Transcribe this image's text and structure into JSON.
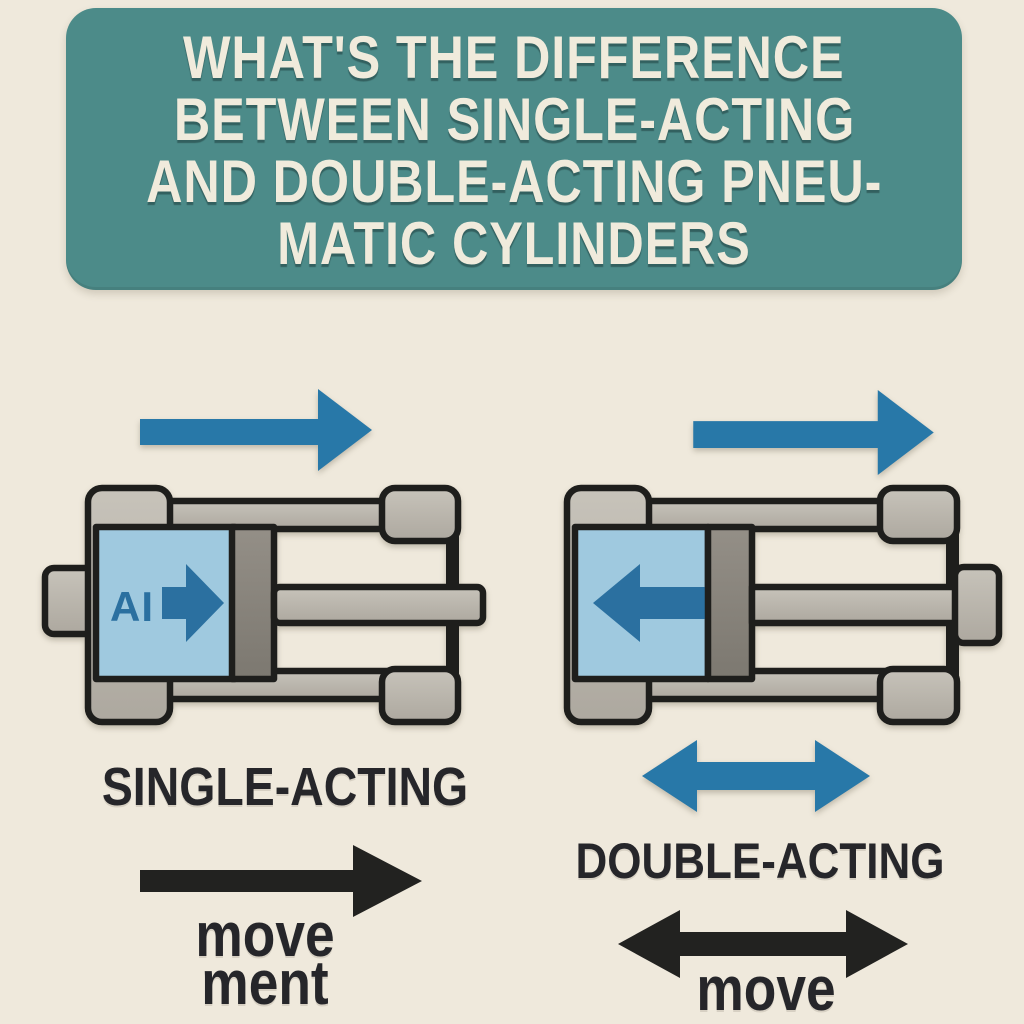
{
  "title": {
    "lines": [
      "WHAT'S THE DIFFERENCE",
      "BETWEEN SINGLE-ACTING",
      "AND DOUBLE-ACTING PNEU-",
      "MATIC CYLINDERS"
    ]
  },
  "single_acting": {
    "label": "SINGLE-ACTING",
    "air_label": "AI",
    "movement_lines": [
      "move",
      "ment"
    ]
  },
  "double_acting": {
    "label": "DOUBLE-ACTING",
    "movement_label": "move"
  },
  "icons": {
    "single_top_arrow": "right-arrow",
    "single_chamber_arrow": "right-arrow",
    "single_movement_arrow": "right-arrow",
    "double_top_arrow": "right-arrow",
    "double_chamber_arrow": "left-arrow",
    "double_stroke_arrow": "double-headed-arrow",
    "double_movement_arrow": "double-headed-arrow"
  },
  "colors": {
    "background": "#EFE9DC",
    "header_bg": "#4C8B89",
    "header_text": "#F0EBDC",
    "steel_blue": "#2878A8",
    "chamber_blue": "#9FC9DF",
    "inner_arrow_blue": "#2B70A0",
    "metal_gray": "#ADA89F",
    "metal_gray_light": "#C7C3BA",
    "piston_gray": "#8B867E",
    "piston_gray_dark": "#7C7870",
    "outline_black": "#1E1E1C",
    "label_text": "#26262A",
    "movement_arrow_black": "#222220"
  }
}
